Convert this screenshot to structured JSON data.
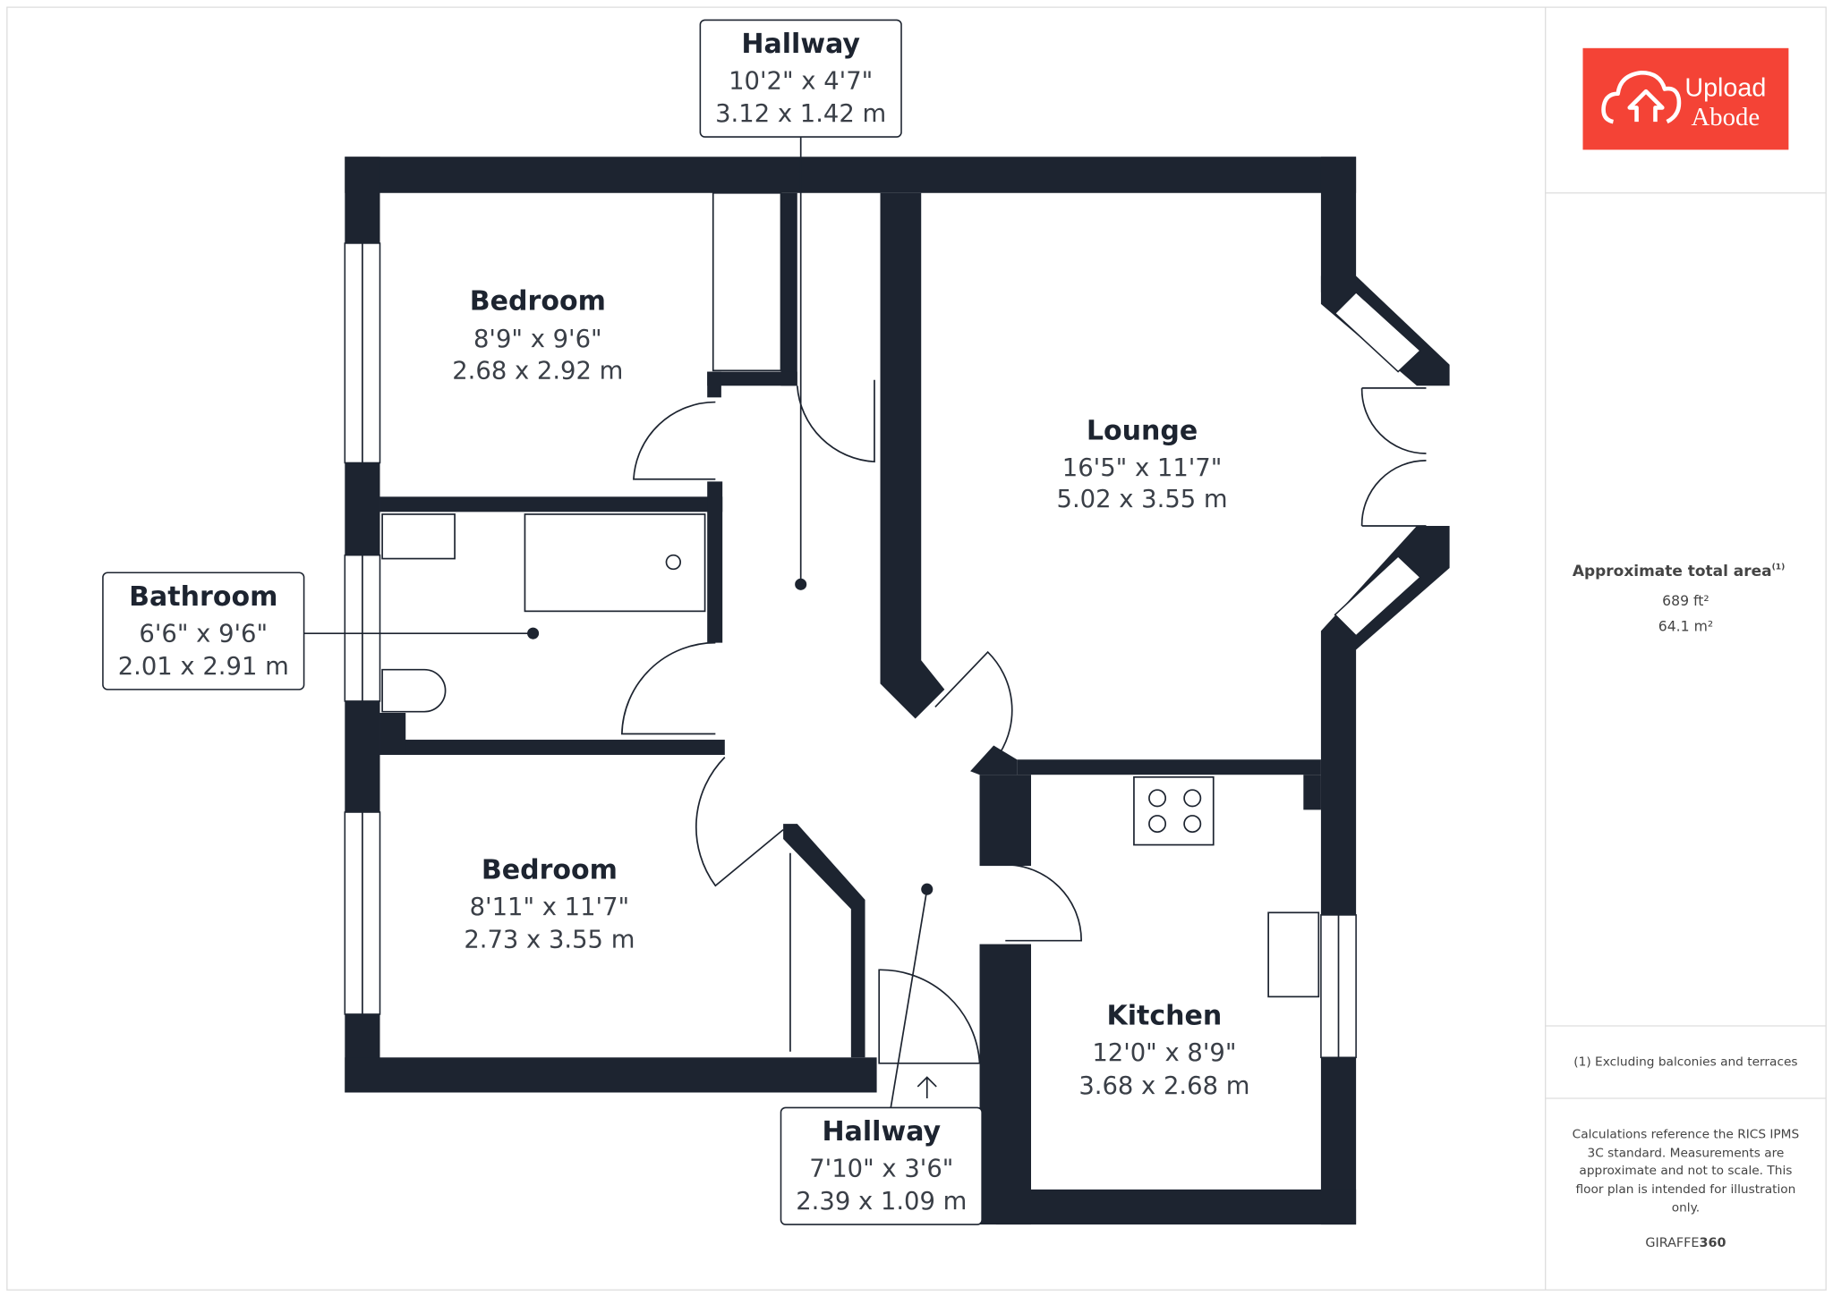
{
  "brand": {
    "logo_line1": "Upload",
    "logo_line2": "Abode",
    "logo_color": "#f44336"
  },
  "rooms": [
    {
      "name": "Hallway",
      "imperial": "10'2\" x 4'7\"",
      "metric": "3.12 x 1.42 m"
    },
    {
      "name": "Bedroom",
      "imperial": "8'9\" x 9'6\"",
      "metric": "2.68 x 2.92 m"
    },
    {
      "name": "Lounge",
      "imperial": "16'5\" x 11'7\"",
      "metric": "5.02 x 3.55 m"
    },
    {
      "name": "Bathroom",
      "imperial": "6'6\" x 9'6\"",
      "metric": "2.01 x 2.91 m"
    },
    {
      "name": "Bedroom",
      "imperial": "8'11\" x 11'7\"",
      "metric": "2.73 x 3.55 m"
    },
    {
      "name": "Kitchen",
      "imperial": "12'0\" x 8'9\"",
      "metric": "3.68 x 2.68 m"
    },
    {
      "name": "Hallway",
      "imperial": "7'10\" x 3'6\"",
      "metric": "2.39 x 1.09 m"
    }
  ],
  "summary": {
    "title": "Approximate total area",
    "footnote_marker": "(1)",
    "area_ft": "689 ft²",
    "area_m": "64.1 m²",
    "footnote": "(1) Excluding balconies and terraces",
    "disclaimer_lines": [
      "Calculations reference the RICS IPMS",
      "3C standard. Measurements are",
      "approximate and not to scale. This",
      "floor plan is intended for illustration",
      "only."
    ],
    "credit_a": "GIRAFFE",
    "credit_b": "360"
  }
}
